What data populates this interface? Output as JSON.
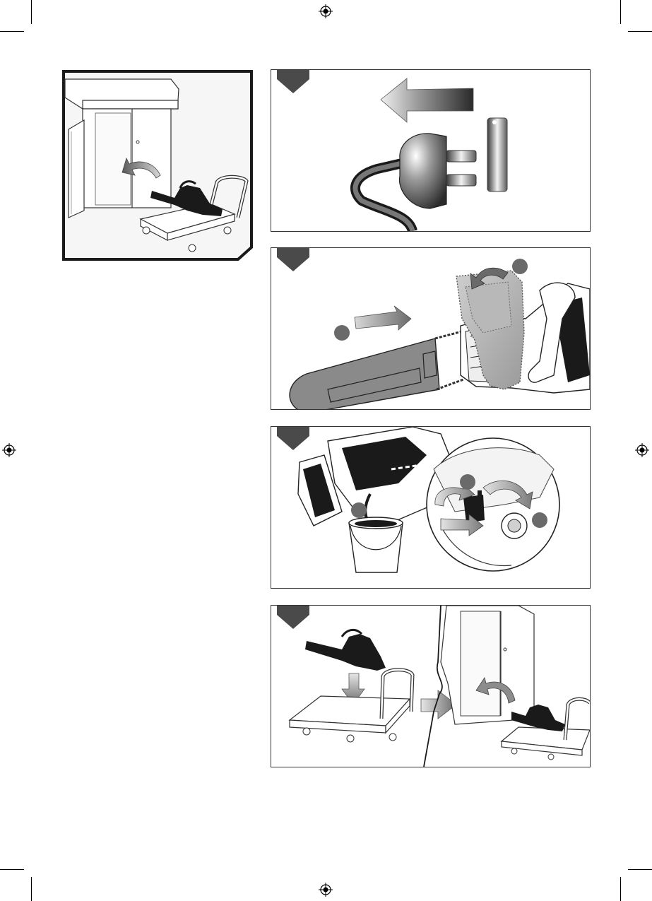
{
  "page": {
    "icons": {
      "registration": "registration-mark-icon",
      "crop": "crop-mark-icon"
    },
    "colors": {
      "ink": "#1a1a1a",
      "tab": "#4a4a4a",
      "arrow_gray": "#8c8c8c",
      "light_gray": "#d9d9d9"
    }
  },
  "overview": {
    "icon": "storage-cabinet-illustration"
  },
  "steps": [
    {
      "icon": "unplug-power-cable-illustration"
    },
    {
      "icon": "remove-chain-cover-illustration"
    },
    {
      "icon": "drain-oil-tank-illustration"
    },
    {
      "icon": "store-on-trolley-illustration"
    }
  ]
}
